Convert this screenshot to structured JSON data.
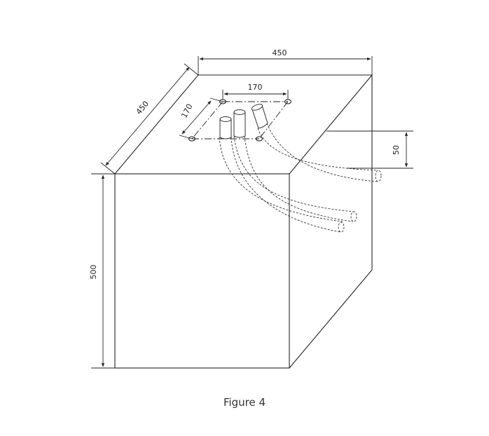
{
  "dimensions": {
    "top_width": "450",
    "top_depth": "450",
    "hole_spacing_x": "170",
    "hole_spacing_y": "170",
    "height": "500",
    "pipe_offset": "50"
  },
  "caption": "Figure 4"
}
